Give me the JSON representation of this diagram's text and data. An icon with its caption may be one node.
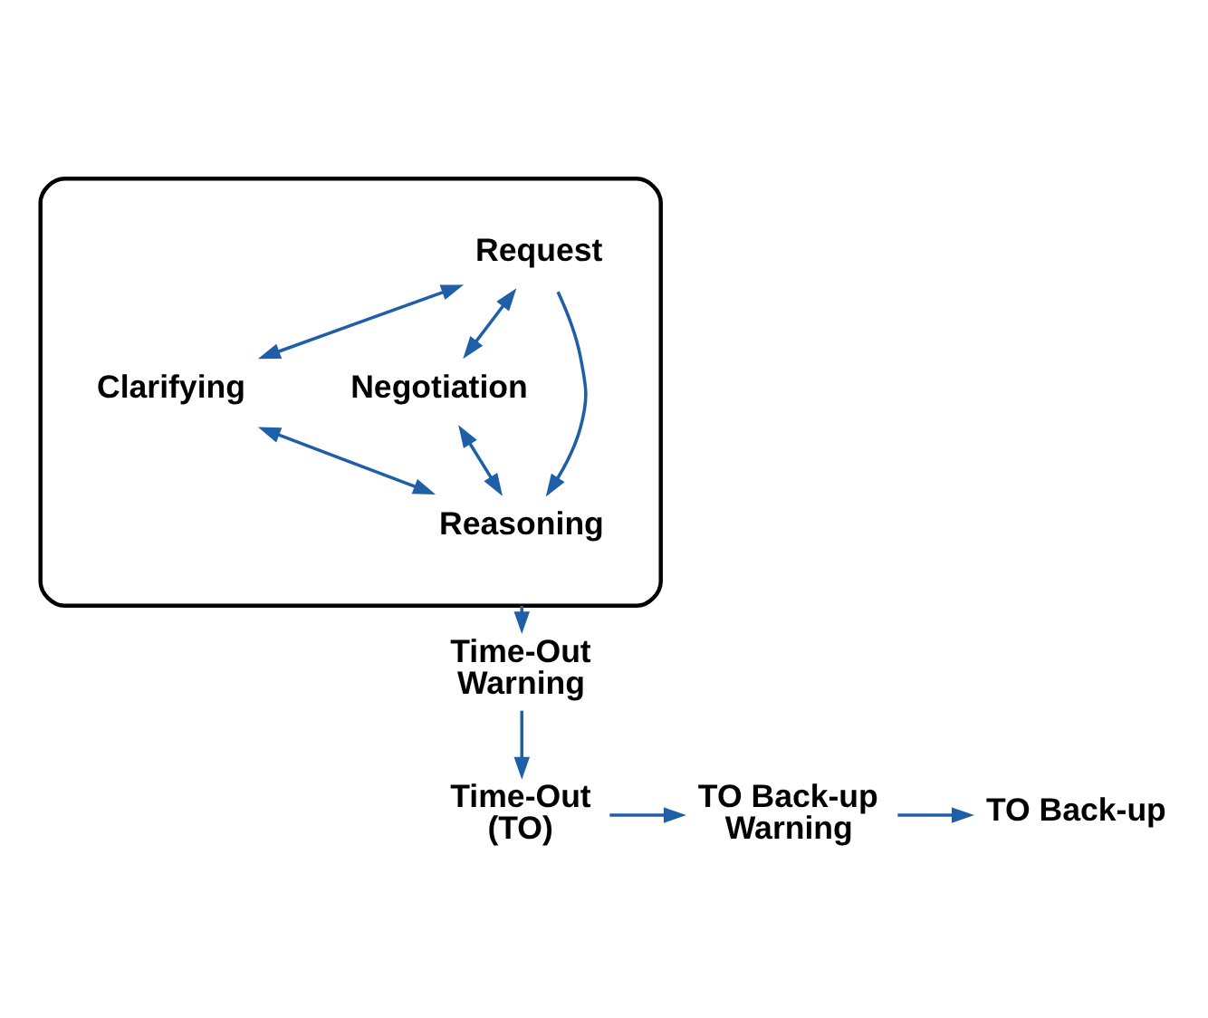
{
  "diagram": {
    "nodes": [
      {
        "text": [],
        "shape": "ellipse"
      },
      {
        "text": [
          "Request"
        ],
        "in": 0
      },
      {
        "text": [
          "Clarifying"
        ],
        "in": 0
      },
      {
        "text": [
          "Negotiation"
        ],
        "in": 0
      },
      {
        "text": [
          "Reasoning"
        ],
        "in": 0
      },
      {
        "text": [
          "Time-Out Warning"
        ]
      },
      {
        "text": [
          "Time-Out (TO)"
        ]
      },
      {
        "text": [
          "TO Back-up Warning"
        ]
      },
      {
        "text": [
          "TO Back-up"
        ]
      }
    ],
    "edges": [
      {
        "from": 1,
        "to": 2,
        "arrow": "both"
      },
      {
        "from": 1,
        "to": 3,
        "arrow": "both"
      },
      {
        "from": 1,
        "to": 4,
        "arrow": "to"
      },
      {
        "from": 2,
        "to": 4,
        "arrow": "both"
      },
      {
        "from": 3,
        "to": 4,
        "arrow": "both"
      },
      {
        "from": 0,
        "to": 5,
        "arrow": "to"
      },
      {
        "from": 5,
        "to": 6,
        "arrow": "to"
      },
      {
        "from": 6,
        "to": 7,
        "arrow": "to"
      },
      {
        "from": 7,
        "to": 8,
        "arrow": "to"
      }
    ]
  }
}
